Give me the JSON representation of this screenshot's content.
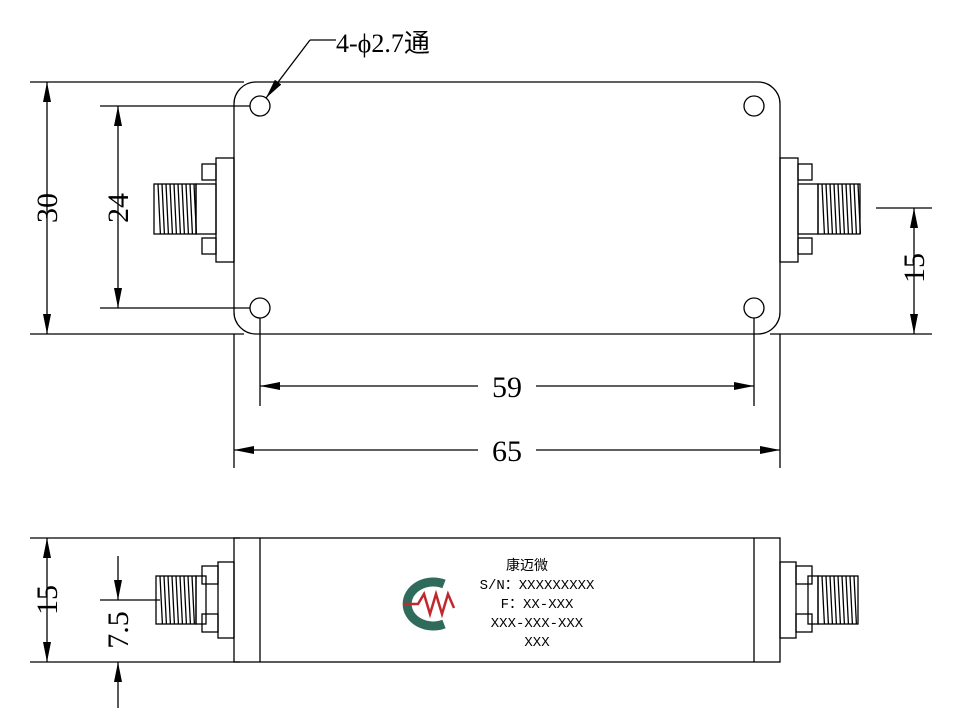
{
  "callout": {
    "hole_note": "4-ϕ2.7通"
  },
  "top_view": {
    "dims": {
      "height_overall": "30",
      "hole_spacing_vertical": "24",
      "connector_height": "15",
      "hole_spacing_horizontal": "59",
      "length_overall": "65"
    }
  },
  "side_view": {
    "dims": {
      "thickness": "15",
      "connector_center": "7.5"
    },
    "label": {
      "brand": "康迈微",
      "serial": "S/N：XXXXXXXXX",
      "frequency": "F：XX-XXX",
      "model": "XXX-XXX-XXX",
      "extra": "XXX"
    },
    "logo": {
      "primary_color": "#2f6b5a",
      "accent_color": "#c0282d"
    }
  }
}
